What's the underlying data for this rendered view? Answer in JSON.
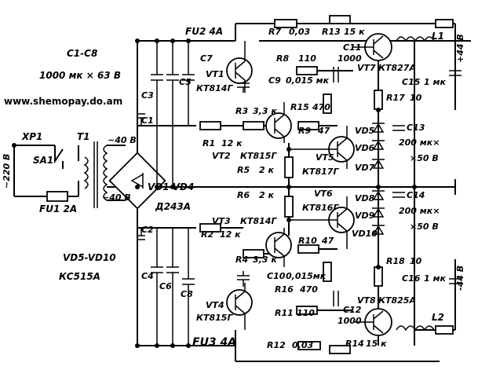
{
  "notes": {
    "caps_range": "C1-C8",
    "caps_value": "1000 мк × 63 В",
    "zeners_range": "VD5-VD10",
    "zeners_type": "КС515А"
  },
  "watermark": "www.shemopay.do.am",
  "input": {
    "connector": "XP1",
    "mains": "~220 В",
    "switch": "SA1",
    "fuse": "FU1 2A",
    "transformer": "T1",
    "sec_top": "~40 В",
    "sec_bot": "~40 В"
  },
  "bridge": {
    "ref": "VD1-VD4",
    "type": "Д243А"
  },
  "labels": {
    "FU2": "FU2 4A",
    "FU3": "FU3 4A",
    "C1": "C1",
    "C2": "C2",
    "C3": "C3",
    "C4": "C4",
    "C5": "C5",
    "C6": "C6",
    "C7": "C7",
    "C8": "C8",
    "R1": "R1",
    "R1v": "12 к",
    "R2": "R2",
    "R2v": "12 к",
    "R3": "R3",
    "R3v": "3,3 к",
    "R4": "R4",
    "R4v": "3,3 к",
    "R5": "R5",
    "R5v": "2 к",
    "R6": "R6",
    "R6v": "2 к",
    "R7": "R7",
    "R7v": "0,03",
    "R8": "R8",
    "R8v": "110",
    "R9": "R9",
    "R9v": "47",
    "R10": "R10",
    "R10v": "47",
    "R11": "R11",
    "R11v": "110",
    "R12": "R12",
    "R12v": "0,03",
    "R13": "R13",
    "R13v": "15 к",
    "R14": "R14",
    "R14v": "15 к",
    "R15": "R15",
    "R15v": "470",
    "R16": "R16",
    "R16v": "470",
    "R17": "R17",
    "R17v": "10",
    "R18": "R18",
    "R18v": "10",
    "C9": "C9",
    "C9v": "0,015 мк",
    "C10": "C10",
    "C10v": "0,015мк",
    "C11": "C11",
    "C11v": "1000",
    "C12": "C12",
    "C12v": "1000",
    "C13": "C13",
    "C13v": "200 мк×",
    "C13v2": "×50 В",
    "C14": "C14",
    "C14v": "200 мк×",
    "C14v2": "×50 В",
    "C15": "C15",
    "C15v": "1 мк",
    "C16": "C16",
    "C16v": "1 мк",
    "VT1": "VT1",
    "VT1t": "КТ814Г",
    "VT2": "VT2",
    "VT2t": "КТ815Г",
    "VT3": "VT3",
    "VT3t": "КТ814Г",
    "VT4": "VT4",
    "VT4t": "КТ815Г",
    "VT5": "VT5",
    "VT5t": "КТ817Г",
    "VT6": "VT6",
    "VT6t": "КТ816Г",
    "VT7": "VT7",
    "VT7t": "КТ827А",
    "VT8": "VT8",
    "VT8t": "КТ825А",
    "VD5": "VD5",
    "VD6": "VD6",
    "VD7": "VD7",
    "VD8": "VD8",
    "VD9": "VD9",
    "VD10": "VD10",
    "L1": "L1",
    "L2": "L2",
    "out_pos": "+44 В",
    "out_neg": "-44 В"
  }
}
